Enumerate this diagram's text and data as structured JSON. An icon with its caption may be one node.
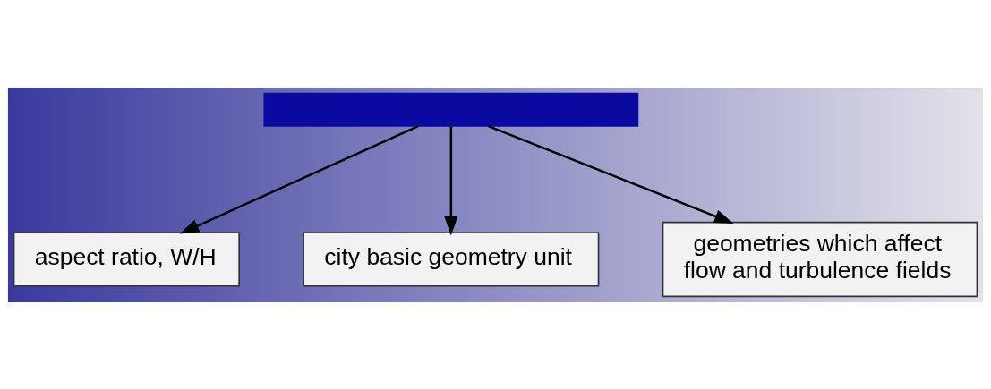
{
  "diagram": {
    "nodes": [
      {
        "text": [],
        "shape": "box"
      },
      {
        "text": [
          "aspect ratio, W/H"
        ]
      },
      {
        "text": [
          "city basic geometry unit"
        ]
      },
      {
        "text": [
          "geometries which affect flow and turbulence fields"
        ]
      }
    ],
    "edges": [
      {
        "from": 0,
        "to": 2,
        "arrow": "to"
      },
      {
        "from": 0,
        "to": 3,
        "arrow": "to"
      },
      {
        "from": 0,
        "to": 1,
        "arrow": "to"
      }
    ]
  }
}
